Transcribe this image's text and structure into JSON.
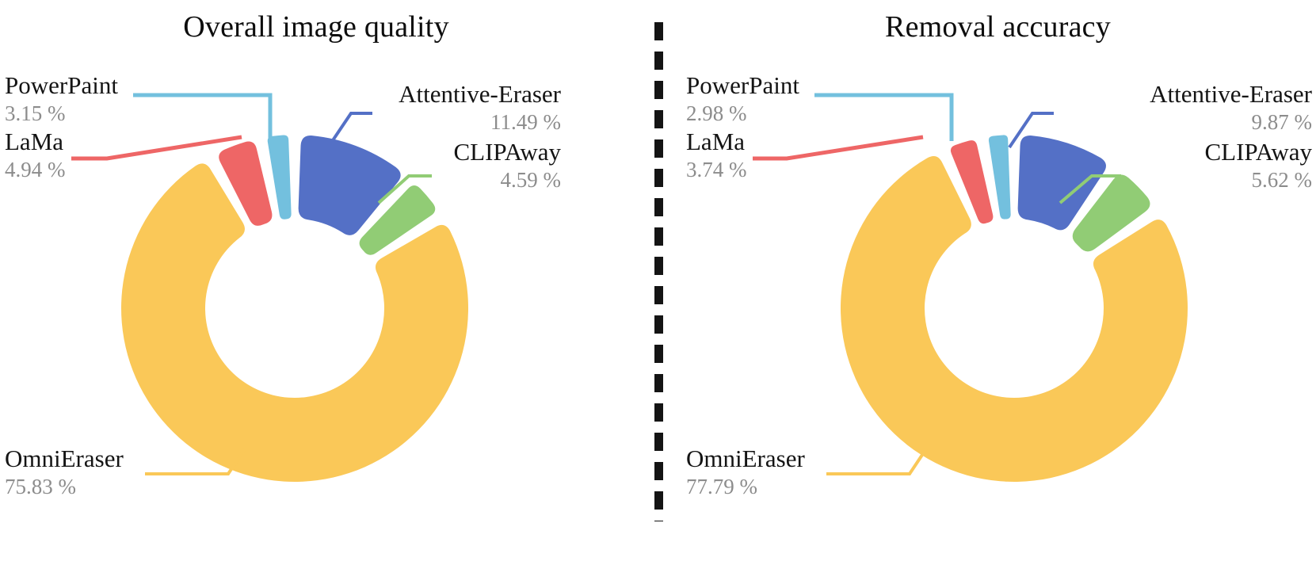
{
  "divider": {
    "style": "vertical-dashed-line",
    "color": "#141414"
  },
  "palette": {
    "attentive_eraser": "#5470c6",
    "clipaway": "#91cc75",
    "omnieraser": "#fac858",
    "lama": "#ee6666",
    "powerpaint": "#73c0de",
    "label_name": "#141414",
    "label_pct": "#8c8c8c",
    "background": "#ffffff"
  },
  "chart_data": [
    {
      "type": "pie",
      "title": "Overall image quality",
      "variant": "donut",
      "unit": "%",
      "categories": [
        "Attentive-Eraser",
        "CLIPAway",
        "OmniEraser",
        "LaMa",
        "PowerPaint"
      ],
      "values": [
        11.49,
        4.59,
        75.83,
        4.94,
        3.15
      ],
      "labels": [
        "11.49 %",
        "4.59 %",
        "75.83 %",
        "4.94 %",
        "3.15 %"
      ],
      "colors": [
        "#5470c6",
        "#91cc75",
        "#fac858",
        "#ee6666",
        "#73c0de"
      ],
      "legend": "none",
      "grid": false,
      "xlabel": "",
      "ylabel": ""
    },
    {
      "type": "pie",
      "title": "Removal accuracy",
      "variant": "donut",
      "unit": "%",
      "categories": [
        "Attentive-Eraser",
        "CLIPAway",
        "OmniEraser",
        "LaMa",
        "PowerPaint"
      ],
      "values": [
        9.87,
        5.62,
        77.79,
        3.74,
        2.98
      ],
      "labels": [
        "9.87 %",
        "5.62 %",
        "77.79 %",
        "3.74 %",
        "2.98 %"
      ],
      "colors": [
        "#5470c6",
        "#91cc75",
        "#fac858",
        "#ee6666",
        "#73c0de"
      ],
      "legend": "none",
      "grid": false,
      "xlabel": "",
      "ylabel": ""
    }
  ],
  "left": {
    "title": "Overall image quality",
    "labels": {
      "powerpaint": {
        "name": "PowerPaint",
        "pct": "3.15 %"
      },
      "lama": {
        "name": "LaMa",
        "pct": "4.94 %"
      },
      "attentive": {
        "name": "Attentive-Eraser",
        "pct": "11.49 %"
      },
      "clipaway": {
        "name": "CLIPAway",
        "pct": "4.59 %"
      },
      "omnieraser": {
        "name": "OmniEraser",
        "pct": "75.83 %"
      }
    }
  },
  "right": {
    "title": "Removal accuracy",
    "labels": {
      "powerpaint": {
        "name": "PowerPaint",
        "pct": "2.98 %"
      },
      "lama": {
        "name": "LaMa",
        "pct": "3.74 %"
      },
      "attentive": {
        "name": "Attentive-Eraser",
        "pct": "9.87 %"
      },
      "clipaway": {
        "name": "CLIPAway",
        "pct": "5.62 %"
      },
      "omnieraser": {
        "name": "OmniEraser",
        "pct": "77.79 %"
      }
    }
  }
}
